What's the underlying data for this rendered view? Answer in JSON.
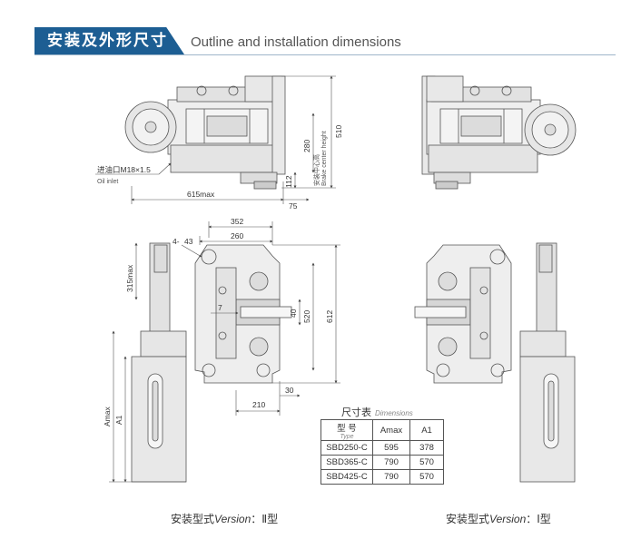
{
  "header": {
    "title_cn": "安装及外形尺寸",
    "title_en": "Outline and installation dimensions"
  },
  "top_left_dims": {
    "oil_inlet_cn": "进油口M18×1.5",
    "oil_inlet_en": "Oil inlet",
    "d615": "615max",
    "d75": "75",
    "d112": "112",
    "d280": "280",
    "d510": "510",
    "center_height_cn": "安装中心高",
    "center_height_en": "Brake center height"
  },
  "bottom_left_dims": {
    "d352": "352",
    "d260": "260",
    "holes": "4-",
    "d43": "43",
    "d315": "315max",
    "d7": "7",
    "d40": "40",
    "d520": "520",
    "d612": "612",
    "d30": "30",
    "d210": "210",
    "amax": "Amax",
    "a1": "A1"
  },
  "table": {
    "title_cn": "尺寸表",
    "title_en": "Dimensions",
    "head_type_cn": "型 号",
    "head_type_en": "Type",
    "head_amax": "Amax",
    "head_a1": "A1",
    "rows": [
      {
        "type": "SBD250-C",
        "amax": "595",
        "a1": "378"
      },
      {
        "type": "SBD365-C",
        "amax": "790",
        "a1": "570"
      },
      {
        "type": "SBD425-C",
        "amax": "790",
        "a1": "570"
      }
    ]
  },
  "versions": {
    "left_cn": "安装型式",
    "left_en": "Version",
    "left_suffix": "：Ⅱ型",
    "right_cn": "安装型式",
    "right_en": "Version",
    "right_suffix": "：Ⅰ型"
  },
  "colors": {
    "header_blue": "#1d5e93",
    "line_gray": "#555555",
    "body_fill": "#eeeeee"
  }
}
